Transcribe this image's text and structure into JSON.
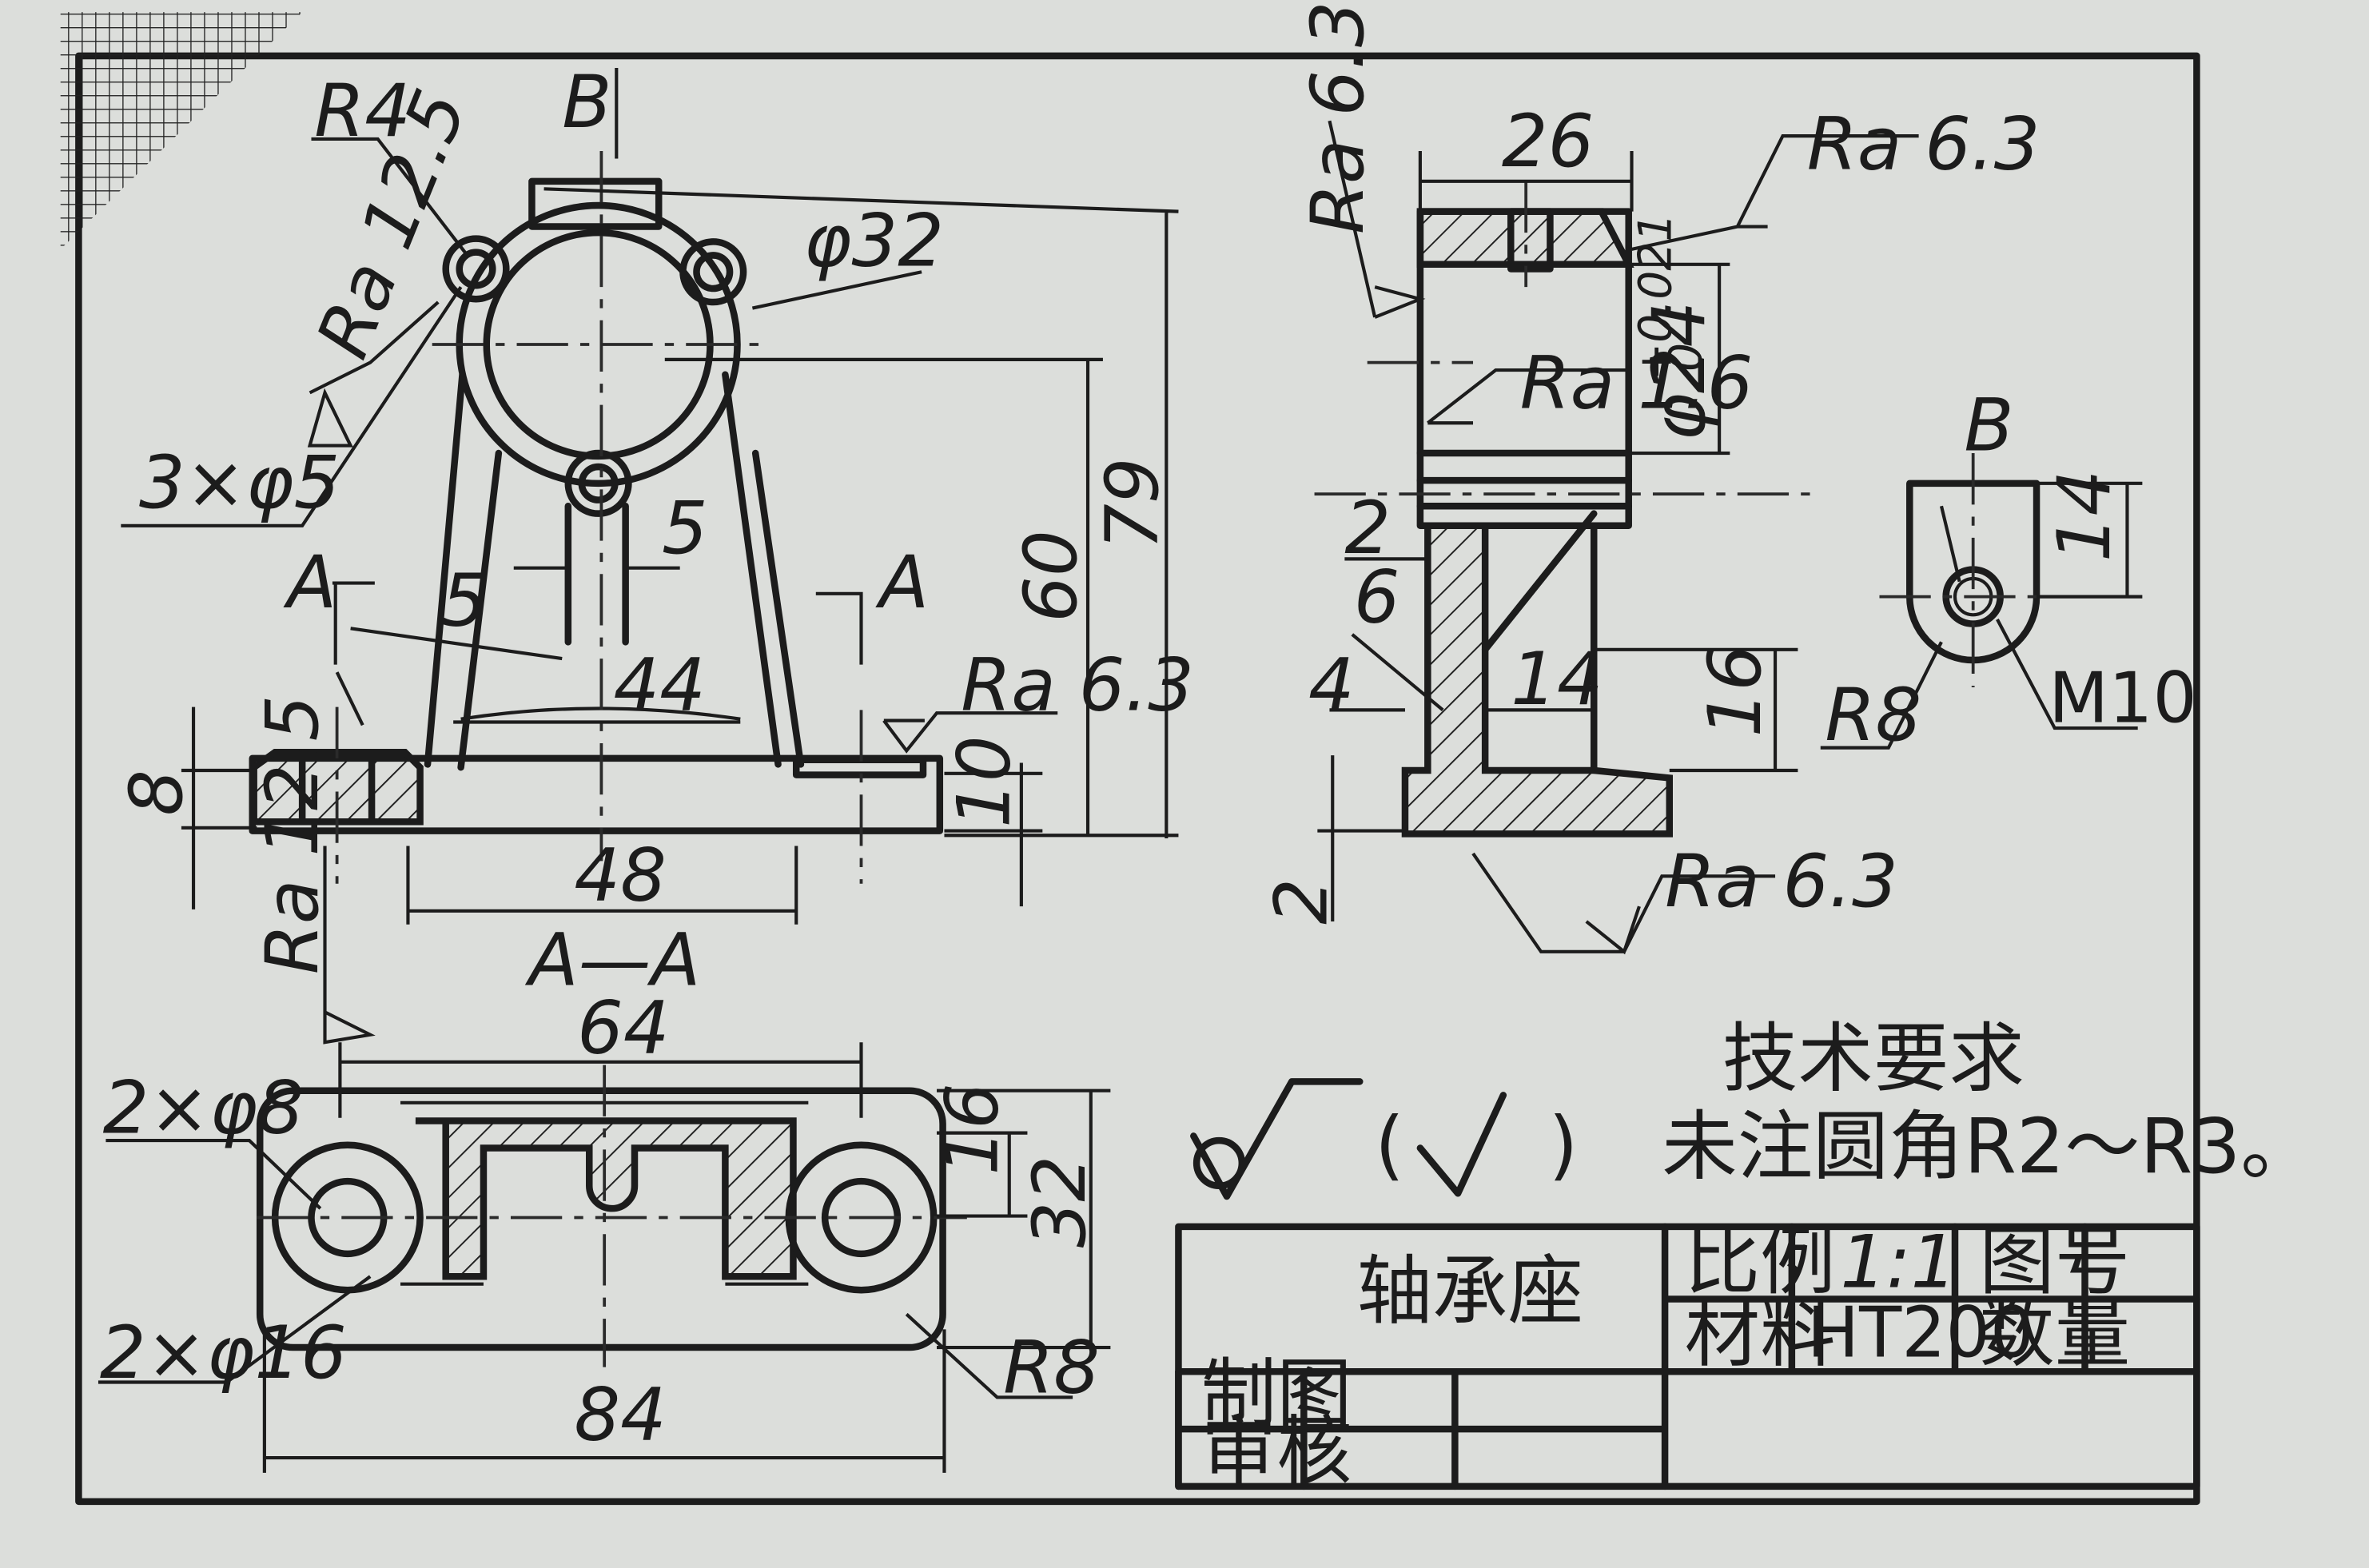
{
  "section_labels": {
    "view_b_arrow": "B",
    "view_b_title": "B",
    "cut_left": "A",
    "cut_right": "A",
    "section_title": "A—A"
  },
  "front_view": {
    "r4": "R4",
    "ra_12_5_top": "Ra 12.5",
    "phi32": "φ32",
    "holes_3x5": "3×φ5",
    "dim_5_slot": "5",
    "dim_5_rib": "5",
    "dim_44": "44",
    "dim_48": "48",
    "dim_60": "60",
    "dim_79": "79",
    "dim_10": "10",
    "dim_8": "8",
    "ra_6_3_base": "Ra 6.3",
    "ra_12_5_hole": "Ra 12.5"
  },
  "side_view": {
    "ra_6_3_left": "Ra 6.3",
    "dim_26": "26",
    "ra_6_3_top": "Ra 6.3",
    "bore": "φ24",
    "bore_tol_upper": "+0.021",
    "bore_tol_lower": "0",
    "ra_1_6": "Ra 1.6",
    "dim_2_top": "2",
    "dim_6": "6",
    "dim_4": "4",
    "dim_14": "14",
    "dim_16": "16",
    "dim_2_bottom": "2",
    "ra_6_3_bottom": "Ra 6.3"
  },
  "view_b": {
    "dim_14": "14",
    "r8": "R8",
    "m10": "M10"
  },
  "section_view": {
    "holes_2x8": "2×φ8",
    "holes_2x16": "2×φ16",
    "dim_64": "64",
    "dim_16": "16",
    "dim_32": "32",
    "r8": "R8",
    "dim_84": "84"
  },
  "requirements": {
    "title": "技术要求",
    "note": "未注圆角R2～R3。",
    "rest_symbol_left": "(",
    "rest_symbol_right": ")"
  },
  "title_block": {
    "part_name": "轴承座",
    "scale_label": "比例",
    "scale_value": "1:1",
    "drawing_no_label": "图号",
    "material_label": "材料",
    "material_value": "HT200",
    "quantity_label": "数量",
    "drawn_label": "制图",
    "checked_label": "审核"
  }
}
